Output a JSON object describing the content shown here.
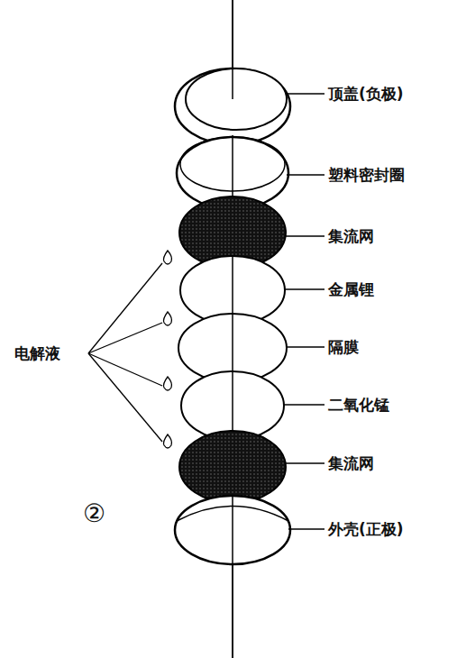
{
  "diagram": {
    "labels": [
      "顶盖(负极)",
      "塑料密封圈",
      "集流网",
      "金属锂",
      "隔膜",
      "二氧化锰",
      "集流网",
      "外壳(正极)",
      "电解液",
      "②"
    ]
  }
}
